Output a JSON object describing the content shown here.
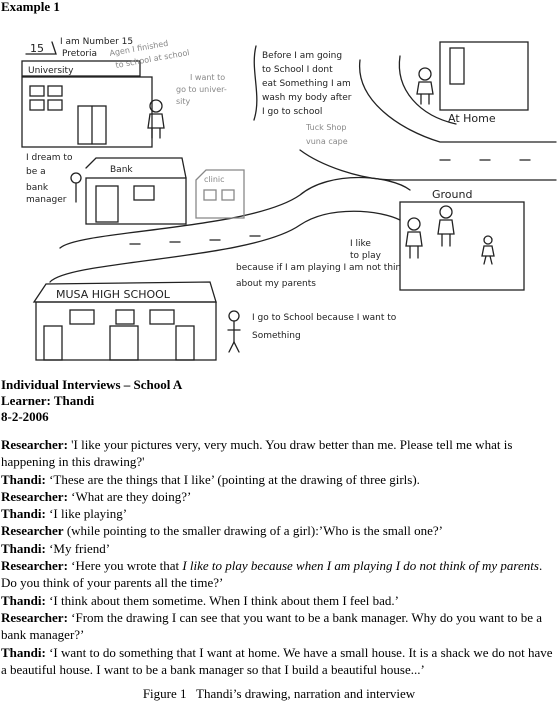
{
  "example_label": "Example 1",
  "drawing": {
    "address_number": "15",
    "address_line1": "I am Number 15",
    "address_line2": "Pretoria",
    "university_sign": "University",
    "faint_note": [
      "Agen I finished",
      "to school at school",
      "I want to",
      "go to univer-",
      "sity"
    ],
    "school_note": [
      "Before I am going",
      "to School I dont",
      "eat Something I am",
      "wash my body after",
      "I go to school"
    ],
    "tuck_shop": "Tuck Shop",
    "vuna_cape": "vuna cape",
    "home_sign": "At Home",
    "dream_note": [
      "I dream to",
      "be a",
      "bank",
      "manager"
    ],
    "bank_sign": "Bank",
    "clinic_sign": "clinic",
    "ground_label": "Ground",
    "play_note": [
      "I like",
      "to play"
    ],
    "because_note": [
      "because if I am playing I am not thin",
      "about my parents"
    ],
    "school_sign": "MUSA HIGH SCHOOL",
    "school_reason": [
      "I go to School because I want to",
      "Something"
    ]
  },
  "meta": {
    "title": "Individual Interviews – School A",
    "learner": "Learner: Thandi",
    "date": "8-2-2006"
  },
  "transcript": [
    {
      "speaker": "Researcher:",
      "text": " 'I like your pictures very, very much. You draw better than me. Please tell me what is happening in this drawing?'"
    },
    {
      "speaker": "Thandi:",
      "text": " ‘These are the things that I like’ (pointing at the drawing of three girls)."
    },
    {
      "speaker": "Researcher:",
      "text": " ‘What are they doing?’"
    },
    {
      "speaker": "Thandi:",
      "text": " ‘I like playing’"
    },
    {
      "speaker": "Researcher",
      "text": " (while pointing to the smaller drawing of a girl):’Who is the small one?’"
    },
    {
      "speaker": "Thandi:",
      "text": " ‘My friend’"
    },
    {
      "speaker": "Researcher:",
      "text": " ‘Here you wrote that ",
      "italic": "I like to play because when I am playing I do not think of my parents",
      "after": ". Do you think of your parents all the time?’"
    },
    {
      "speaker": "Thandi:",
      "text": " ‘I think about them sometime. When I think about them I feel bad.’"
    },
    {
      "speaker": "Researcher:",
      "text": " ‘From the drawing I can see that you want to be a bank manager. Why do you want to be a bank manager?’"
    },
    {
      "speaker": "Thandi:",
      "text": " ‘I want to do something that I want at home. We have a small house. It is a shack we do not have a beautiful house. I want to be a bank manager so that I build a beautiful house...’"
    }
  ],
  "caption": "Figure 1   Thandi’s drawing, narration and interview"
}
